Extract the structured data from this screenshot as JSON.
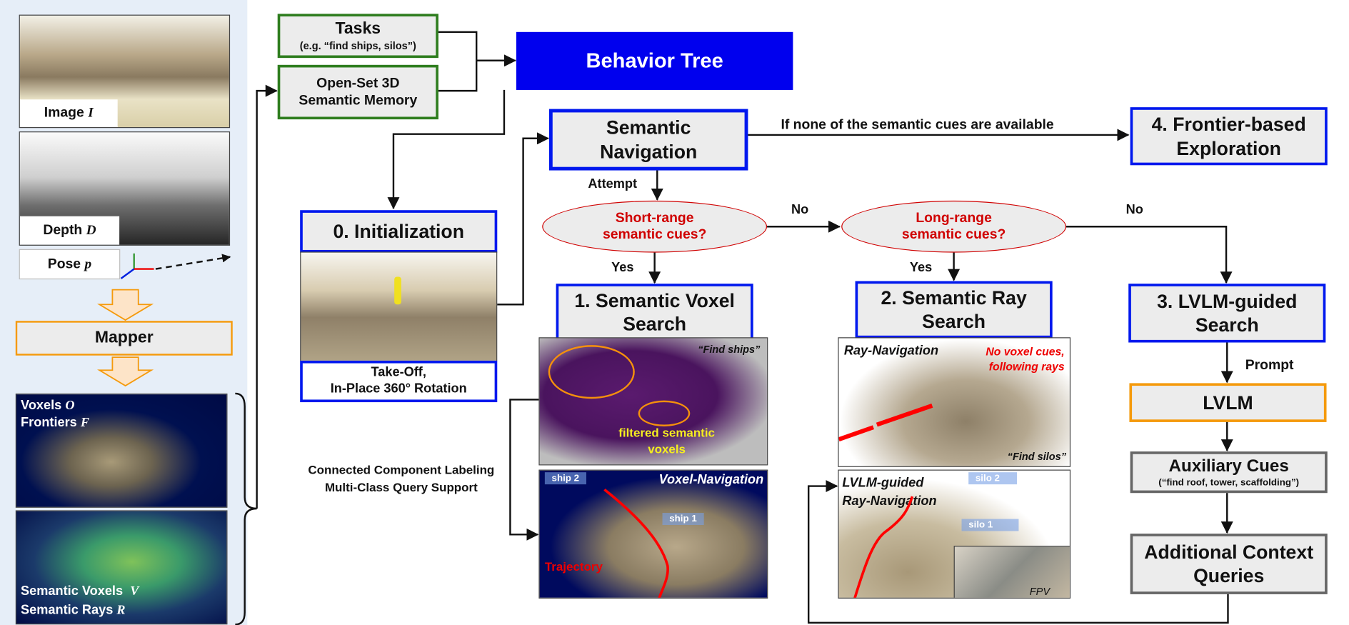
{
  "sensors": {
    "image_label": "Image",
    "image_symbol": "I",
    "depth_label": "Depth",
    "depth_symbol": "D",
    "pose_label": "Pose",
    "pose_symbol": "p"
  },
  "mapper": {
    "label": "Mapper"
  },
  "map_panels": {
    "voxels_label": "Voxels",
    "voxels_symbol": "O",
    "frontiers_label": "Frontiers",
    "frontiers_symbol": "F",
    "semantic_voxels_label": "Semantic Voxels",
    "semantic_voxels_symbol": "V",
    "semantic_rays_label": "Semantic Rays",
    "semantic_rays_symbol": "R"
  },
  "tasks": {
    "title": "Tasks",
    "example": "(e.g. “find ships, silos”)"
  },
  "memory": {
    "line1": "Open-Set 3D",
    "line2": "Semantic Memory"
  },
  "behavior_tree": {
    "label": "Behavior Tree"
  },
  "initialization": {
    "title": "0. Initialization",
    "caption_line1": "Take-Off,",
    "caption_line2": "In-Place 360° Rotation"
  },
  "semantic_navigation": {
    "line1": "Semantic",
    "line2": "Navigation",
    "attempt": "Attempt"
  },
  "fallback_edge": {
    "label": "If none of the semantic cues are available"
  },
  "frontier": {
    "line1": "4. Frontier-based",
    "line2": "Exploration"
  },
  "decisions": {
    "short_range_line1": "Short-range",
    "short_range_line2": "semantic cues?",
    "long_range_line1": "Long-range",
    "long_range_line2": "semantic cues?",
    "no": "No",
    "yes": "Yes"
  },
  "voxel_search": {
    "line1": "1. Semantic Voxel",
    "line2": "Search",
    "query": "“Find ships”",
    "filtered_line1": "filtered semantic",
    "filtered_line2": "voxels",
    "nav_title": "Voxel-Navigation",
    "ship1": "ship 1",
    "ship2": "ship 2",
    "trajectory": "Trajectory",
    "note_line1": "Connected Component Labeling",
    "note_line2": "Multi-Class Query Support"
  },
  "ray_search": {
    "line1": "2. Semantic Ray",
    "line2": "Search",
    "nav_title": "Ray-Navigation",
    "no_voxel_line1": "No voxel cues,",
    "no_voxel_line2": "following rays",
    "query": "“Find silos”",
    "lvlm_nav_line1": "LVLM-guided",
    "lvlm_nav_line2": "Ray-Navigation",
    "silo1": "silo 1",
    "silo2": "silo 2",
    "fpv": "FPV"
  },
  "lvlm_search": {
    "line1": "3. LVLM-guided",
    "line2": "Search",
    "prompt": "Prompt",
    "lvlm": "LVLM",
    "aux_title": "Auxiliary Cues",
    "aux_example": "(“find roof, tower, scaffolding”)",
    "context_line1": "Additional Context",
    "context_line2": "Queries"
  },
  "colors": {
    "panel_bg": "#e6eef8",
    "behavior_tree": "#0000ee",
    "task_border": "#2e7d1e",
    "step_border": "#0018ee",
    "lvlm_border": "#f59a0c",
    "decision_text": "#d00000"
  }
}
